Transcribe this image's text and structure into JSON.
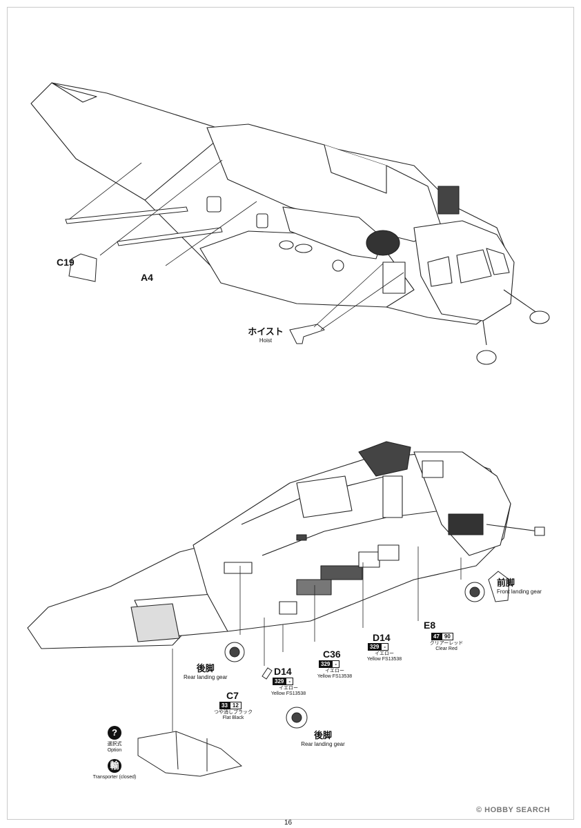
{
  "page": {
    "number": "16",
    "watermark": "© HOBBY SEARCH"
  },
  "top_view": {
    "parts": [
      {
        "id": "C19"
      },
      {
        "id": "A4"
      }
    ],
    "hoist": {
      "jp": "ホイスト",
      "en": "Hoist"
    }
  },
  "bottom_view": {
    "front_gear": {
      "jp": "前脚",
      "en": "Front landing gear"
    },
    "rear_gear_left": {
      "jp": "後脚",
      "en": "Rear landing gear"
    },
    "rear_gear_bottom": {
      "jp": "後脚",
      "en": "Rear landing gear"
    },
    "parts": {
      "E8": {
        "id": "E8",
        "paint_a": "47",
        "paint_b": "90",
        "jp": "クリアーレッド",
        "en": "Clear Red"
      },
      "D14_right": {
        "id": "D14",
        "paint_a": "329",
        "paint_b": "-",
        "jp": "イエロー",
        "en": "Yellow FS13538"
      },
      "C36": {
        "id": "C36",
        "paint_a": "329",
        "paint_b": "-",
        "jp": "イエロー",
        "en": "Yellow FS13538"
      },
      "D14_left": {
        "id": "D14",
        "paint_a": "329",
        "paint_b": "-",
        "jp": "イエロー",
        "en": "Yellow FS13538"
      },
      "C7": {
        "id": "C7",
        "paint_a": "33",
        "paint_b": "12",
        "jp": "つや消しブラック",
        "en": "Flat Black"
      }
    }
  },
  "legend": {
    "option": {
      "glyph": "?",
      "jp": "選択式",
      "en": "Option"
    },
    "transporter": {
      "glyph": "輸",
      "en": "Transporter (closed)"
    }
  }
}
